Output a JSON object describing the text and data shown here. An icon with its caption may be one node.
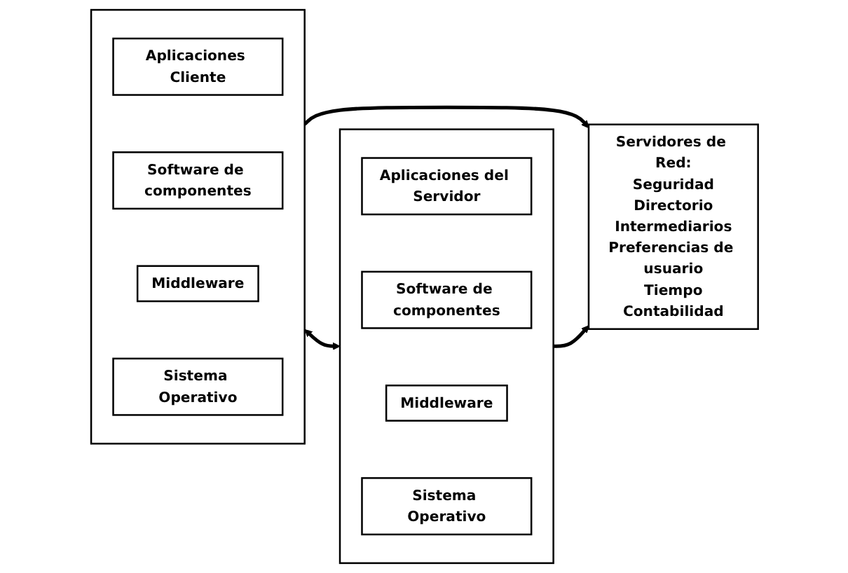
{
  "diagram": {
    "nodes": [
      {
        "text": [],
        "shape": "box"
      },
      {
        "text": [
          "Aplicaciones Cliente"
        ],
        "in": 0
      },
      {
        "text": [
          "Software de componentes"
        ],
        "in": 0
      },
      {
        "text": [
          "Middleware"
        ],
        "in": 0
      },
      {
        "text": [
          "Sistema Operativo"
        ],
        "in": 0
      },
      {
        "text": [],
        "shape": "box"
      },
      {
        "text": [
          "Aplicaciones del Servidor"
        ],
        "in": 5
      },
      {
        "text": [
          "Software de componentes"
        ],
        "in": 5
      },
      {
        "text": [
          "Middleware"
        ],
        "in": 5
      },
      {
        "text": [
          "Sistema Operativo"
        ],
        "in": 5
      },
      {
        "text": [
          "Servidores de Red:",
          "Seguridad",
          "Directorio",
          "Intermediarios",
          "Preferencias de usuario",
          "Tiempo",
          "Contabilidad"
        ]
      }
    ],
    "edges": [
      {
        "from": 0,
        "to": 5,
        "arrow": "both"
      },
      {
        "from": 0,
        "to": 10,
        "arrow": "to"
      },
      {
        "from": 5,
        "to": 10,
        "arrow": "to"
      }
    ]
  }
}
